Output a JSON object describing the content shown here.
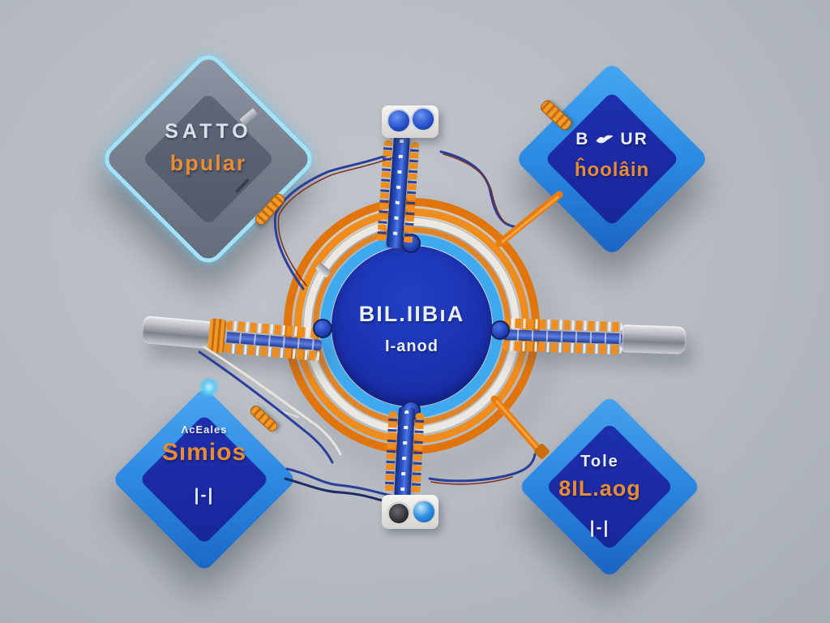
{
  "illustration": "hub-and-spoke circuit diagram render",
  "hub": {
    "line1": "BIL.IIBıA",
    "line2": "I-anod"
  },
  "nodes": {
    "top_left": {
      "line1": "SATTO",
      "line2": "bpular"
    },
    "top_right": {
      "line1_left": "B",
      "line1_right": "UR",
      "line1_icon": "bird-icon",
      "line2": "ĥoolâin"
    },
    "bottom_left": {
      "line1": "ΛcEales",
      "line2": "Sımios",
      "line3": "|-|"
    },
    "bottom_right": {
      "line1": "Tole",
      "line2": "8IL.aog",
      "line3": "|-|"
    }
  },
  "palette": {
    "background": "#b6bbc2",
    "accent_orange": "#e8821c",
    "node_blue": "#2e8ee6",
    "inner_diamond_blue": "#1b2fa8",
    "hub_disc_blue": "#1c34b4",
    "cyan_glow": "#8fdef8",
    "gray_node": "#79818f",
    "metal_silver": "#c7c9ce",
    "wire_blue": "#2a3f9a",
    "wire_red": "#803222",
    "wire_white": "#e8e4dc",
    "text_white": "#e9edf4",
    "text_orange": "#e78b35"
  }
}
